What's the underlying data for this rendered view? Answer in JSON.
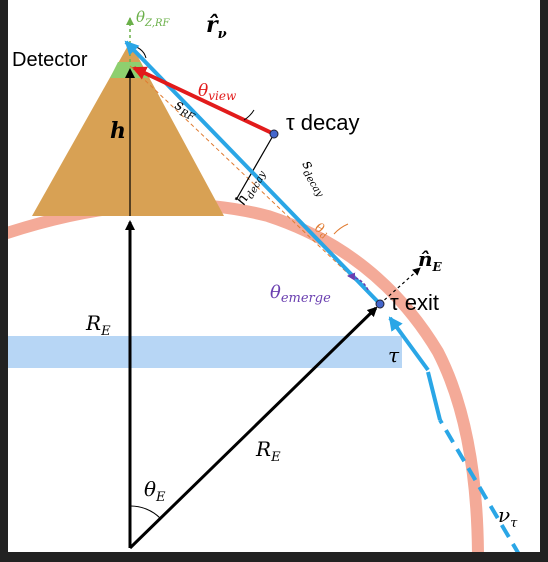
{
  "labels": {
    "detector": "Detector",
    "theta_zrf": "θ",
    "theta_zrf_sub": "Z,RF",
    "r_nu_hat": "r̂",
    "r_nu_sub": "ν",
    "theta_view": "θ",
    "theta_view_sub": "view",
    "s_rf": "s",
    "s_rf_sub": "RF",
    "h": "h",
    "tau_decay": "τ decay",
    "h_decay": "h",
    "h_decay_sub": "decay",
    "s_decay": "s",
    "s_decay_sub": "decay",
    "theta_d": "θ",
    "theta_d_sub": "d",
    "n_e_hat": "n̂",
    "n_e_sub": "E",
    "theta_emerge": "θ",
    "theta_emerge_sub": "emerge",
    "tau_exit": "τ exit",
    "r_e_left": "R",
    "r_e_left_sub": "E",
    "tau": "τ",
    "r_e_center": "R",
    "r_e_center_sub": "E",
    "theta_e": "θ",
    "theta_e_sub": "E",
    "nu_tau": "ν",
    "nu_tau_sub": "τ"
  },
  "colors": {
    "earth_shell": "#f4aa98",
    "mountain": "#d8a154",
    "detector_box": "#8ecf6f",
    "neutrino_line": "#2aa6e6",
    "band": "#b7d6f5",
    "view_arrow": "#e21b1b",
    "emerge_purple": "#6a3fb0",
    "theta_d_orange": "#e07b30",
    "zenith_green": "#6bb04a"
  }
}
